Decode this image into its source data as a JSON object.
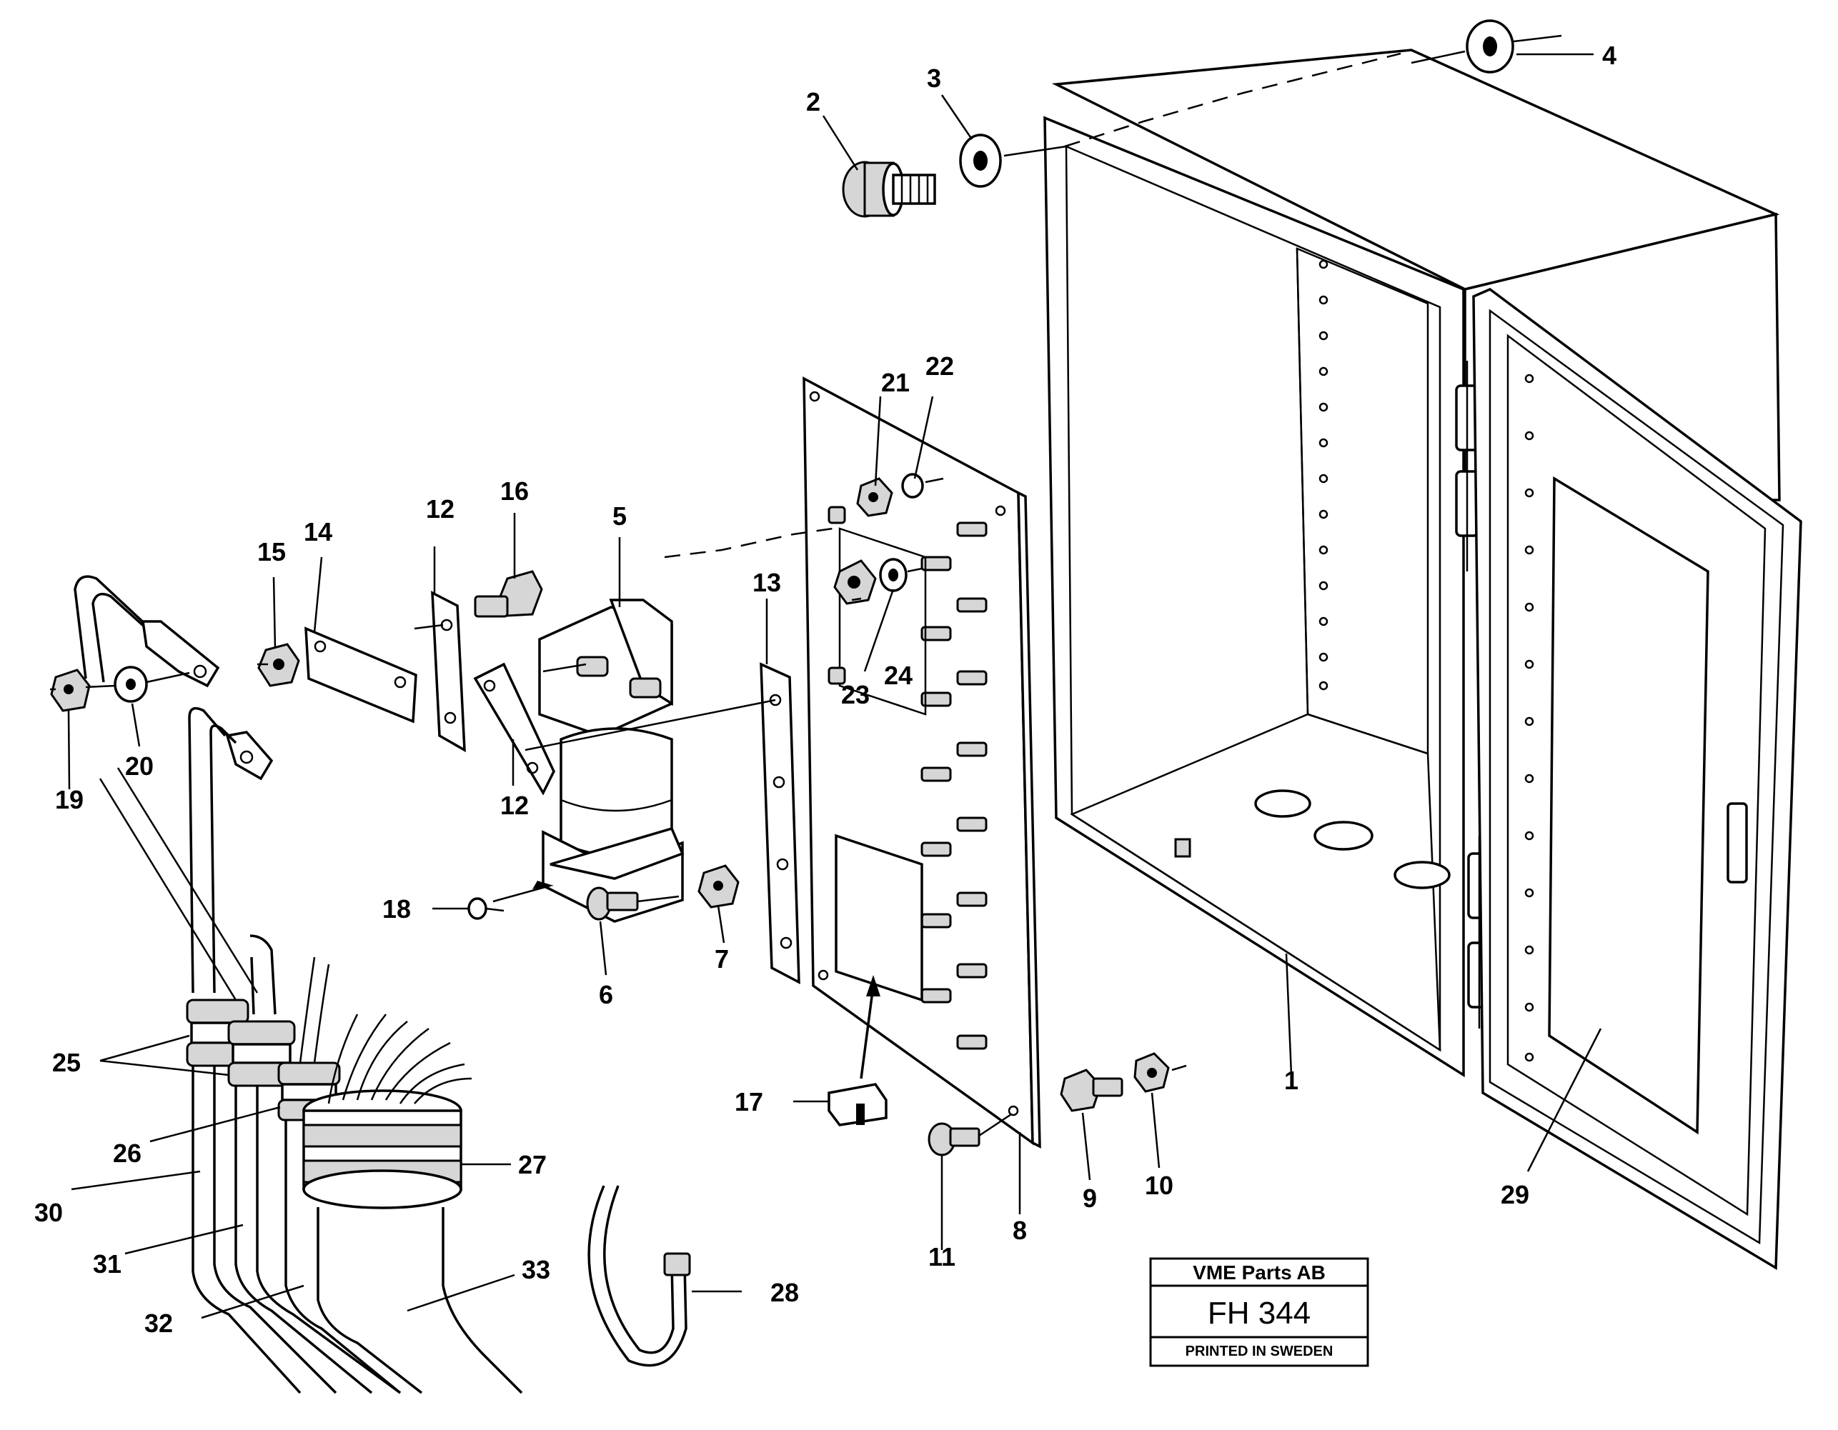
{
  "callouts": {
    "c1": "1",
    "c2": "2",
    "c3": "3",
    "c4": "4",
    "c5": "5",
    "c6": "6",
    "c7": "7",
    "c8": "8",
    "c9": "9",
    "c10": "10",
    "c11": "11",
    "c12a": "12",
    "c12b": "12",
    "c13": "13",
    "c14": "14",
    "c15": "15",
    "c16": "16",
    "c17": "17",
    "c18": "18",
    "c19": "19",
    "c20": "20",
    "c21": "21",
    "c22": "22",
    "c23": "23",
    "c24": "24",
    "c25": "25",
    "c26": "26",
    "c27": "27",
    "c28": "28",
    "c29": "29",
    "c30": "30",
    "c31": "31",
    "c32": "32",
    "c33": "33"
  },
  "title_block": {
    "company": "VME Parts AB",
    "code": "FH 344",
    "footer": "PRINTED IN SWEDEN"
  }
}
